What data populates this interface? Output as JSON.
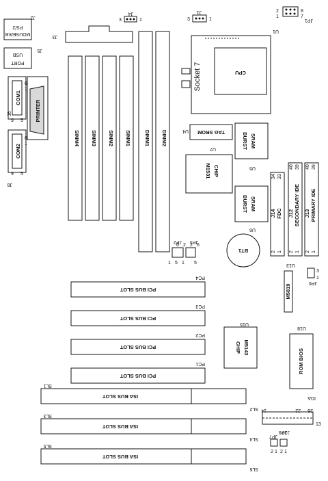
{
  "labels": {
    "j2": "J2",
    "ps2": "PS/2",
    "mouse_kb": "MOUSE/KB",
    "j5": "J5",
    "usb": "USB",
    "port": "PORT",
    "j7": "J7",
    "com1": "COM1",
    "j6": "J6",
    "printer": "PRINTER",
    "com2": "COM2",
    "j8": "J8",
    "j3": "J3",
    "j4": "J4",
    "j1": "J1",
    "jp1": "JP1",
    "u1": "U1",
    "socket7": "Socket 7",
    "cpu": "CPU",
    "simm4": "SIMM4",
    "simm3": "SIMM3",
    "simm2": "SIMM2",
    "simm1": "SIMM1",
    "dimm1": "DIMM1",
    "dimm2": "DIMM2",
    "tag_srom": "TAG SROM",
    "u4": "U4",
    "burst_sram_1": "BURST",
    "burst_sram_2": "SRAM",
    "u5": "U5",
    "u7": "U7",
    "chip_m1531_1": "CHIP",
    "chip_m1531_2": "M1531",
    "u6": "U6",
    "j14": "J14",
    "fdc": "FDC",
    "j12": "J12",
    "secondary_ide": "SECONDARY IDE",
    "j13": "J13",
    "primary_ide": "PRIMARY IDE",
    "bt1": "BT1",
    "jp2": "JP2",
    "jp3": "JP3",
    "u13": "U13",
    "jp6": "JP6",
    "m5819": "M5819",
    "pc4": "PC4",
    "pc3": "PC3",
    "pc2": "PC2",
    "pc1": "PC1",
    "pci_slot": "PCI BUS SLOT",
    "u15": "U15",
    "chip_m5143_1": "CHIP",
    "chip_m5143_2": "M5143",
    "u18": "U18",
    "rom_bios": "ROM BIOS",
    "sl1": "SL1",
    "sl2": "SL2",
    "sl3": "SL3",
    "sl4": "SL4",
    "sl5": "SL5",
    "sl6": "SL6",
    "isa_slot": "ISA BUS SLOT",
    "ida": "IDA",
    "j20": "J20",
    "jp7": "JP7",
    "jp8": "JP8",
    "n1": "1",
    "n2": "2",
    "n3": "3",
    "n4": "4",
    "n5": "5",
    "n6": "6",
    "n7": "7",
    "n8": "8",
    "n9": "9",
    "n13": "13",
    "n14": "14",
    "n22": "22",
    "n26": "26",
    "n33": "33",
    "n34": "34",
    "n39": "39",
    "n40": "40"
  }
}
